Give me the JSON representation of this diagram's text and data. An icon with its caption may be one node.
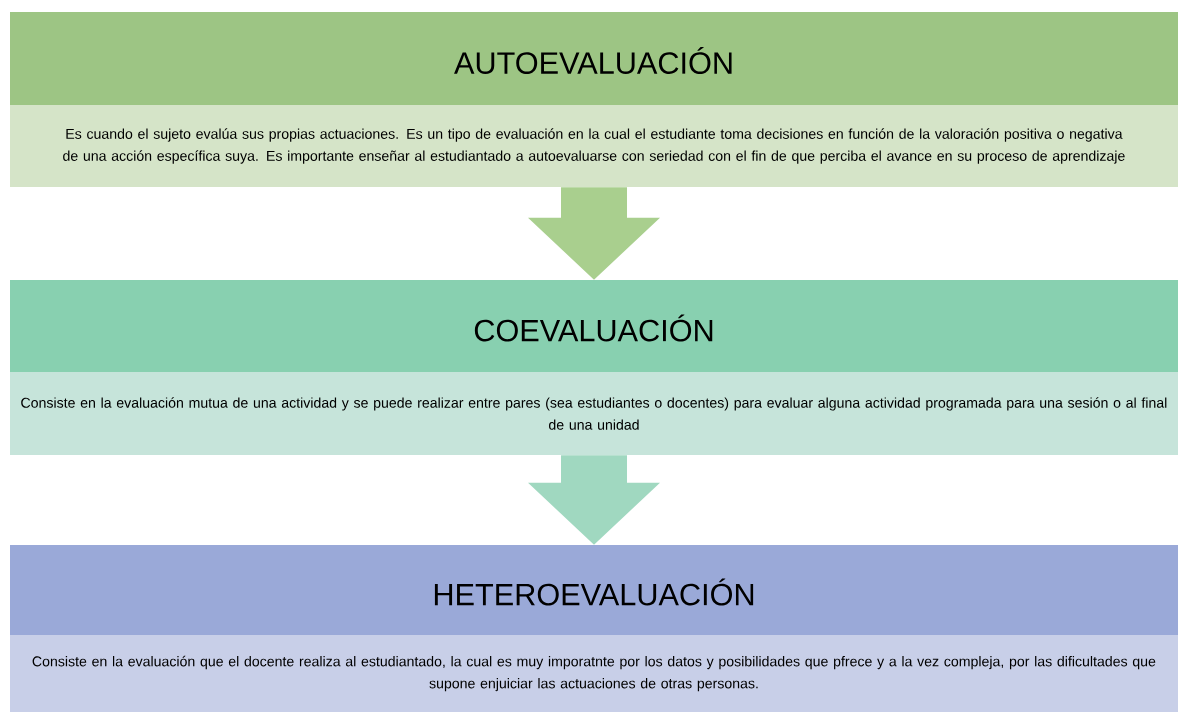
{
  "diagram": {
    "nodes": [
      {
        "text": [
          "AUTOEVALUACIÓN",
          "Es cuando el sujeto evalúa sus propias actuaciones. Es un tipo de evaluación en la cual el estudiante toma decisiones en función de la valoración positiva o negativa de una acción específica suya. Es importante enseñar al estudiantado a autoevaluarse con seriedad con el fin de que perciba el avance en su proceso de aprendizaje"
        ]
      },
      {
        "text": [
          "COEVALUACIÓN",
          "Consiste en la evaluación mutua de una actividad y se puede realizar entre pares (sea estudiantes o docentes) para evaluar alguna actividad programada para una sesión o al final de una unidad"
        ]
      },
      {
        "text": [
          "HETEROEVALUACIÓN",
          "Consiste en la evaluación que el docente realiza al estudiantado, la cual es muy imporatnte por los datos y posibilidades que pfrece y a la vez compleja, por las dificultades que supone enjuiciar las actuaciones de otras personas."
        ]
      }
    ],
    "edges": [
      {
        "from": 0,
        "to": 1,
        "arrow": "to"
      },
      {
        "from": 1,
        "to": 2,
        "arrow": "to"
      }
    ]
  }
}
